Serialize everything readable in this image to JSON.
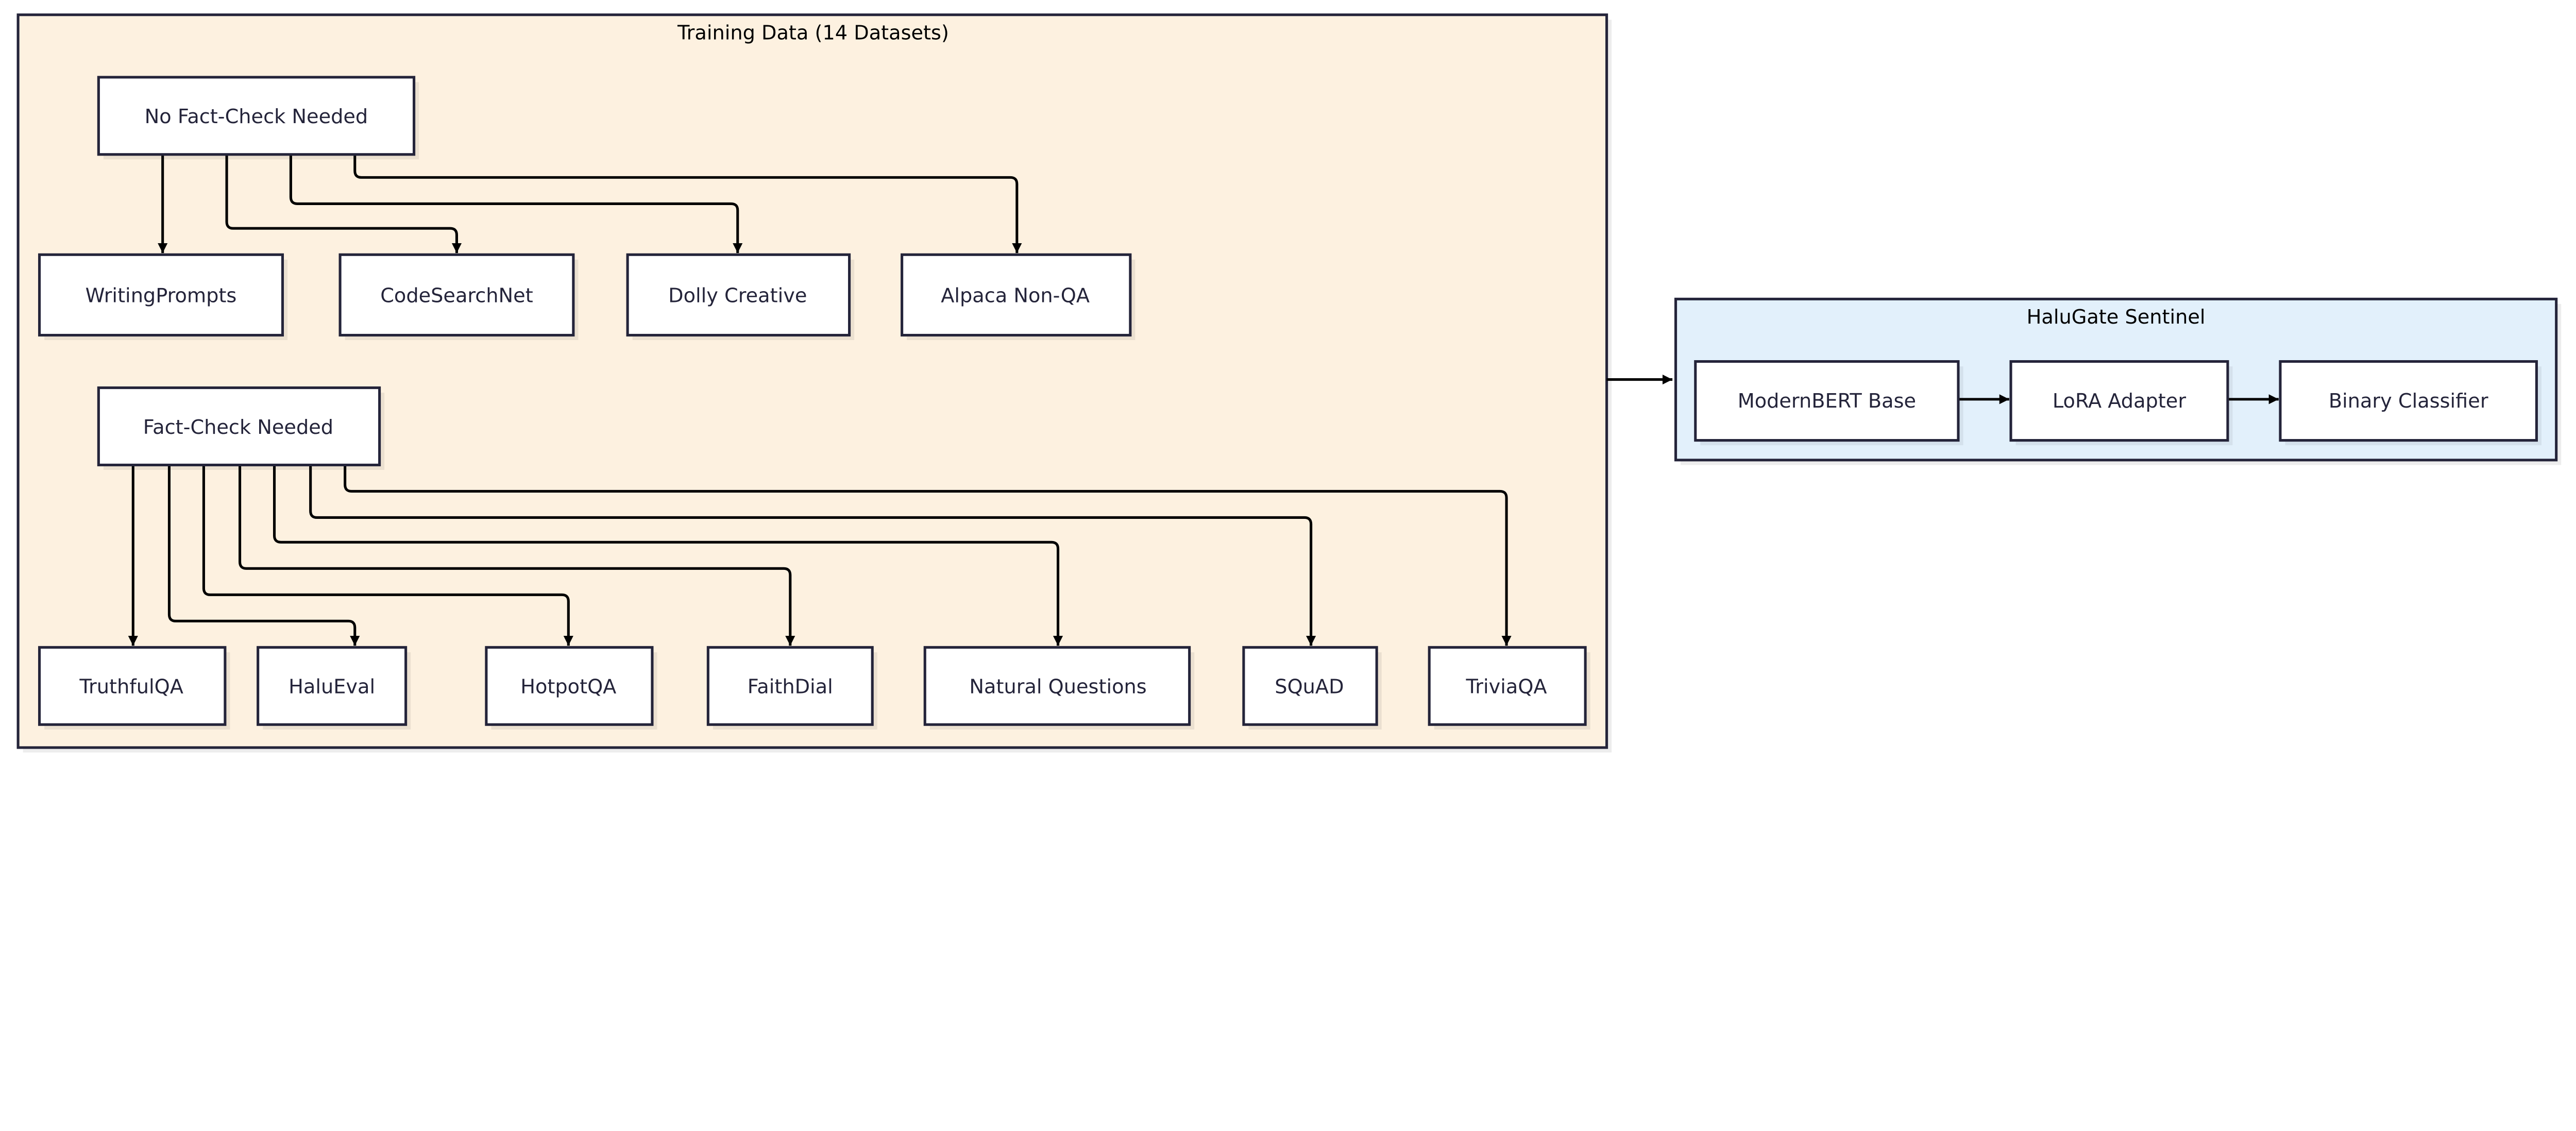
{
  "colors": {
    "training_bg": "#fdf1e0",
    "sentinel_bg": "#e2f0fb",
    "node_fill": "#ffffff",
    "border": "#24243a",
    "edge": "#000000"
  },
  "training": {
    "title": "Training Data (14 Datasets)",
    "no_fact_check": {
      "label": "No Fact-Check Needed",
      "datasets": [
        "WritingPrompts",
        "CodeSearchNet",
        "Dolly Creative",
        "Alpaca Non-QA"
      ]
    },
    "fact_check": {
      "label": "Fact-Check Needed",
      "datasets": [
        "TruthfulQA",
        "HaluEval",
        "HotpotQA",
        "FaithDial",
        "Natural Questions",
        "SQuAD",
        "TriviaQA"
      ]
    }
  },
  "sentinel": {
    "title": "HaluGate Sentinel",
    "stages": [
      "ModernBERT Base",
      "LoRA Adapter",
      "Binary Classifier"
    ]
  }
}
